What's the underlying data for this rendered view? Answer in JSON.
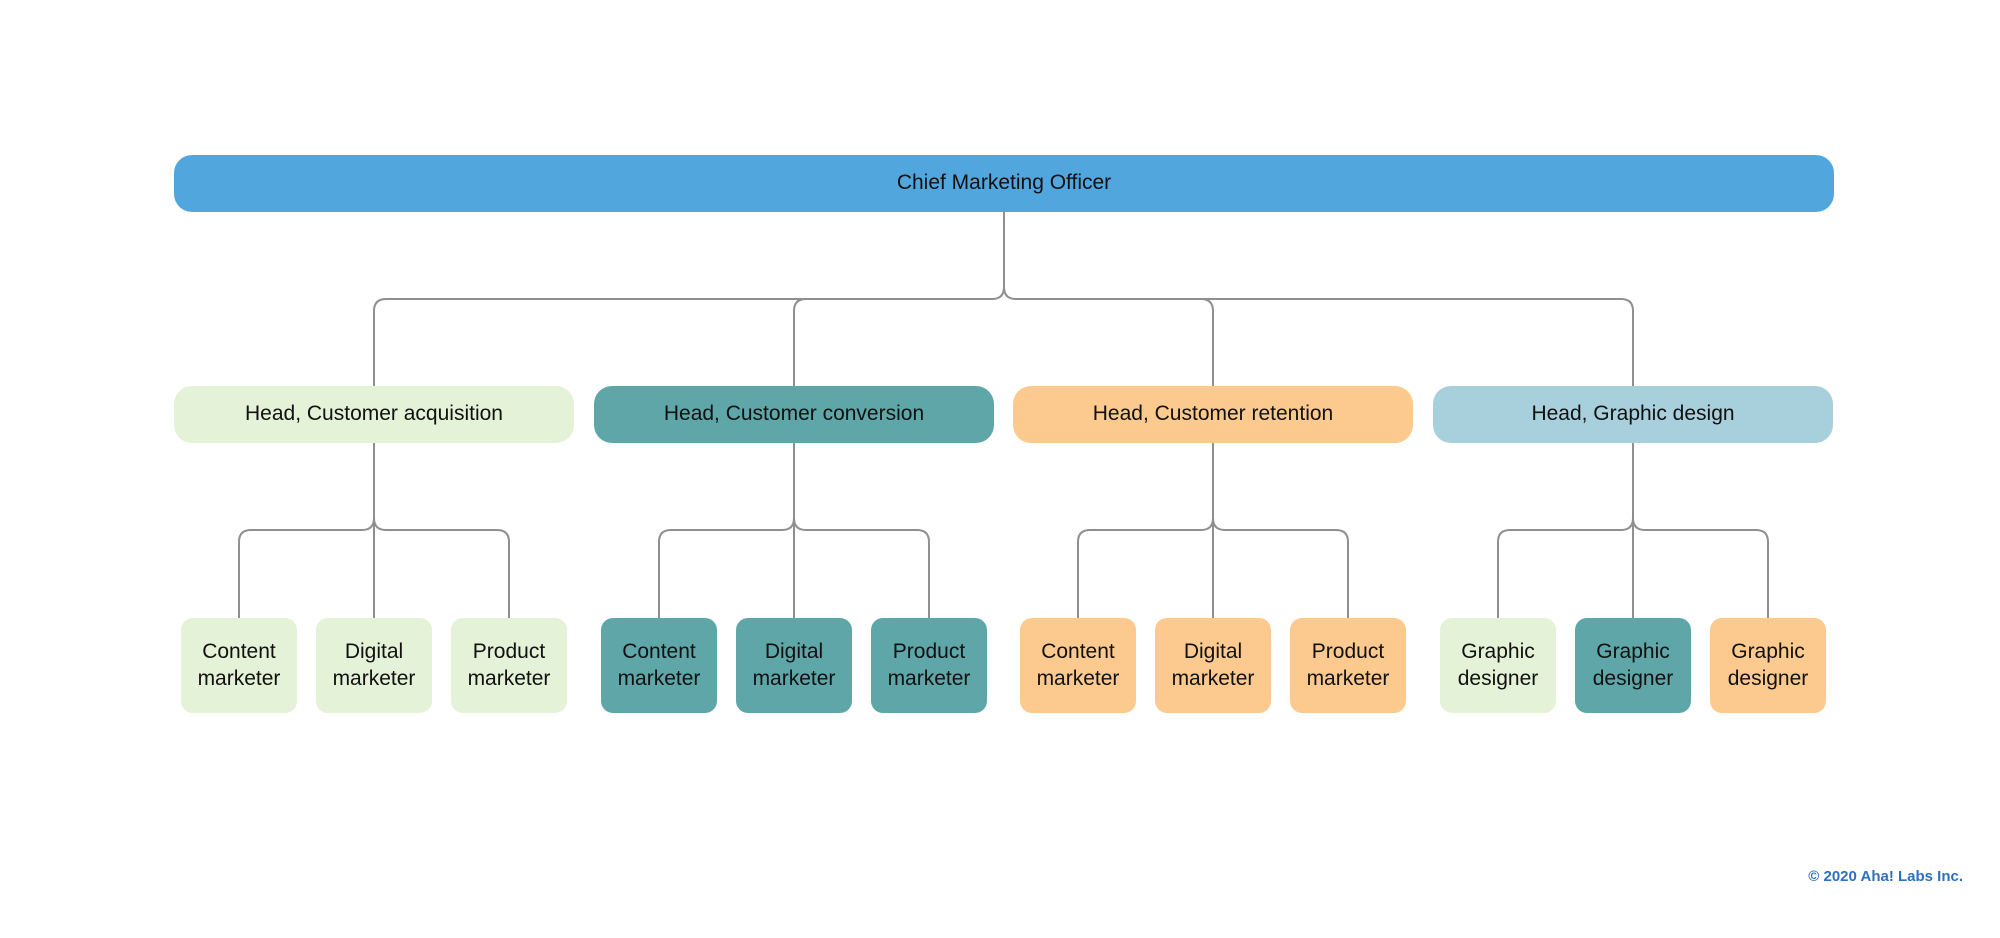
{
  "colors": {
    "root": "#52a6de",
    "light_green": "#e4f2d7",
    "teal": "#5ea6a8",
    "orange": "#fcc98e",
    "light_blue": "#a8cfdc",
    "connector": "#8f8f8f"
  },
  "root": {
    "label": "Chief Marketing Officer"
  },
  "departments": [
    {
      "label": "Head, Customer acquisition",
      "color": "light_green",
      "roles": [
        {
          "label": "Content\nmarketer",
          "color": "light_green"
        },
        {
          "label": "Digital\nmarketer",
          "color": "light_green"
        },
        {
          "label": "Product\nmarketer",
          "color": "light_green"
        }
      ]
    },
    {
      "label": "Head, Customer conversion",
      "color": "teal",
      "roles": [
        {
          "label": "Content\nmarketer",
          "color": "teal"
        },
        {
          "label": "Digital\nmarketer",
          "color": "teal"
        },
        {
          "label": "Product\nmarketer",
          "color": "teal"
        }
      ]
    },
    {
      "label": "Head, Customer retention",
      "color": "orange",
      "roles": [
        {
          "label": "Content\nmarketer",
          "color": "orange"
        },
        {
          "label": "Digital\nmarketer",
          "color": "orange"
        },
        {
          "label": "Product\nmarketer",
          "color": "orange"
        }
      ]
    },
    {
      "label": "Head, Graphic design",
      "color": "light_blue",
      "roles": [
        {
          "label": "Graphic\ndesigner",
          "color": "light_green"
        },
        {
          "label": "Graphic\ndesigner",
          "color": "teal"
        },
        {
          "label": "Graphic\ndesigner",
          "color": "orange"
        }
      ]
    }
  ],
  "copyright": "© 2020 Aha! Labs Inc."
}
